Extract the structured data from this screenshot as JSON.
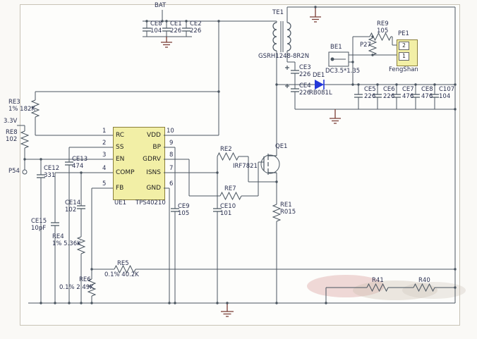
{
  "colors": {
    "sheet_bg": "#fdfdfb",
    "wire": "#4a5560",
    "ic_fill": "#f2efa6",
    "ic_border": "#8a7f3a",
    "diode_blue": "#2438d8",
    "gnd_symbol": "#7a3c34",
    "label_text": "#2a3050"
  },
  "power": {
    "bat": "BAT",
    "v33": "3.3V"
  },
  "ic": {
    "ref": "UE1",
    "part": "TPS40210",
    "left_pins": [
      {
        "n": "1",
        "name": "RC"
      },
      {
        "n": "2",
        "name": "SS"
      },
      {
        "n": "3",
        "name": "EN"
      },
      {
        "n": "4",
        "name": "COMP"
      },
      {
        "n": "5",
        "name": "FB"
      }
    ],
    "right_pins": [
      {
        "n": "10",
        "name": "VDD"
      },
      {
        "n": "9",
        "name": "BP"
      },
      {
        "n": "8",
        "name": "GDRV"
      },
      {
        "n": "7",
        "name": "ISNS"
      },
      {
        "n": "6",
        "name": "GND"
      }
    ]
  },
  "components": {
    "te1": {
      "ref": "TE1",
      "value": "GSRH1248-8R2N"
    },
    "de1": {
      "ref": "DE1",
      "value": "RB081L"
    },
    "qe1": {
      "ref": "QE1",
      "value": "IRF7821"
    },
    "be1": {
      "ref": "BE1",
      "value": "DC3.5*1.35"
    },
    "pe1": {
      "ref": "PE1",
      "value": "FengShan",
      "pin_top": "2",
      "pin_bottom": "1"
    },
    "p27": {
      "ref": "P27"
    },
    "p54": {
      "ref": "P54"
    },
    "re9": {
      "ref": "RE9",
      "value": "105"
    },
    "re3": {
      "ref": "RE3",
      "value": "1% 182K"
    },
    "re8": {
      "ref": "RE8",
      "value": "102"
    },
    "re4": {
      "ref": "RE4",
      "value": "1% 5.36K"
    },
    "re5": {
      "ref": "RE5",
      "value": "0.1% 40.2K"
    },
    "re6": {
      "ref": "RE6",
      "value": "0.1% 2.49K"
    },
    "re2": {
      "ref": "RE2"
    },
    "re7": {
      "ref": "RE7"
    },
    "re1": {
      "ref": "RE1",
      "value": "R015"
    },
    "r41": {
      "ref": "R41"
    },
    "r40": {
      "ref": "R40"
    },
    "ce8_top": {
      "ref": "CE8",
      "value": "104"
    },
    "ce1": {
      "ref": "CE1",
      "value": "226"
    },
    "ce2": {
      "ref": "CE2",
      "value": "226"
    },
    "ce3": {
      "ref": "CE3",
      "value": "226"
    },
    "ce4": {
      "ref": "CE4",
      "value": "226"
    },
    "ce5": {
      "ref": "CE5",
      "value": "226"
    },
    "ce6": {
      "ref": "CE6",
      "value": "226"
    },
    "ce7": {
      "ref": "CE7",
      "value": "476"
    },
    "ce8_out": {
      "ref": "CE8",
      "value": "476"
    },
    "c107": {
      "ref": "C107",
      "value": "104"
    },
    "ce9": {
      "ref": "CE9",
      "value": "105"
    },
    "ce10": {
      "ref": "CE10",
      "value": "101"
    },
    "ce12": {
      "ref": "CE12",
      "value": "331"
    },
    "ce13": {
      "ref": "CE13",
      "value": "474"
    },
    "ce14": {
      "ref": "CE14",
      "value": "102"
    },
    "ce15": {
      "ref": "CE15",
      "value": "10pF"
    }
  }
}
